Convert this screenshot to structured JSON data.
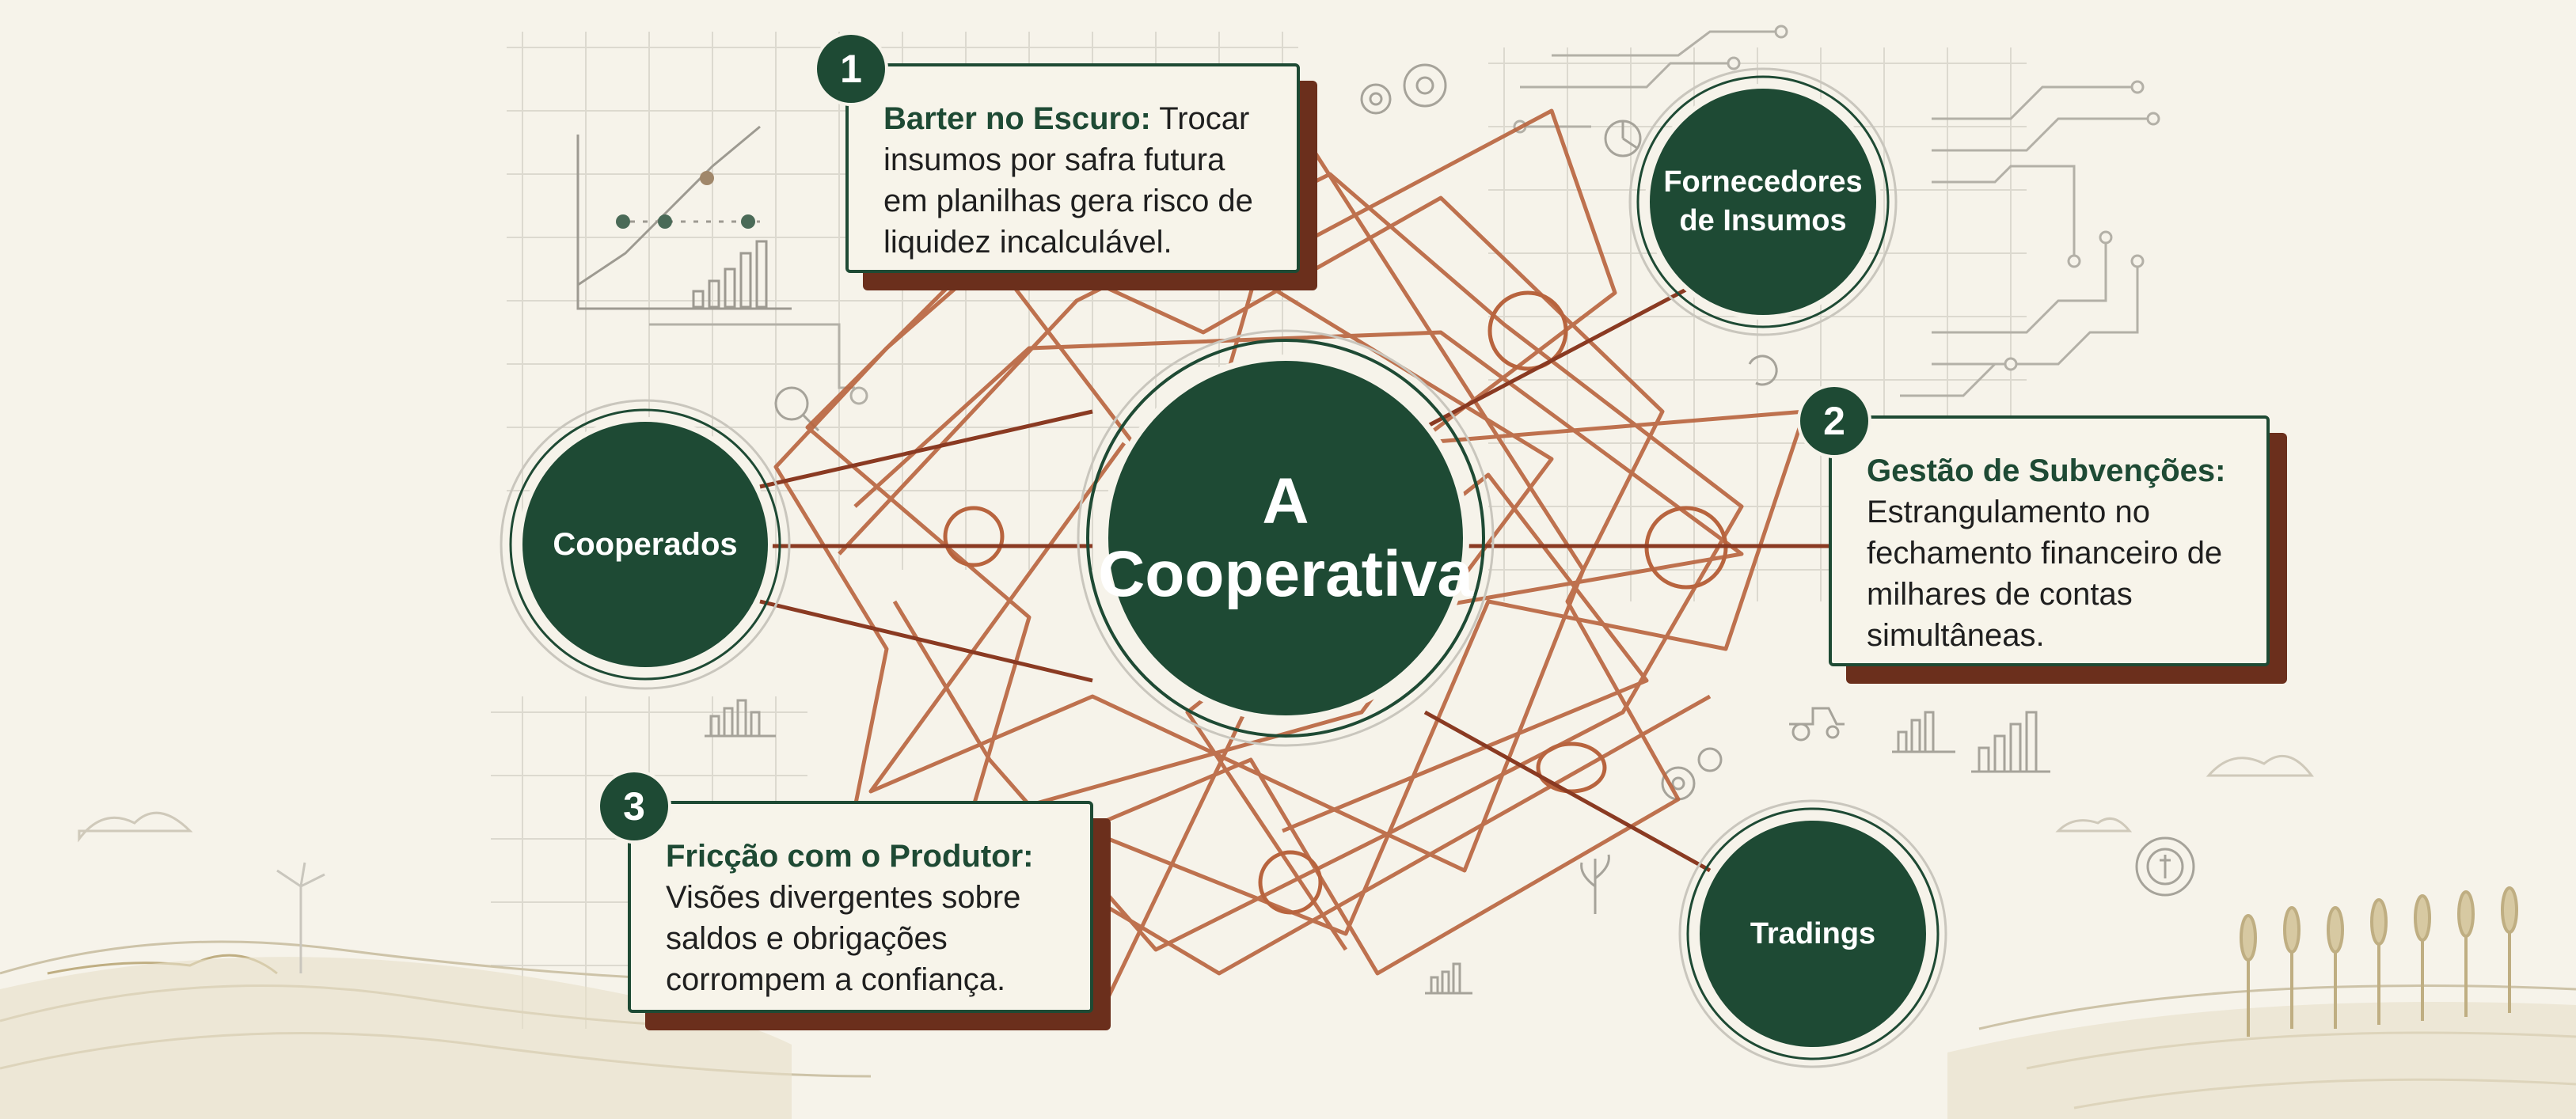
{
  "colors": {
    "background": "#f6f3ea",
    "node_green": "#1e4a34",
    "tangle_copper": "#b8643e",
    "shadow_brown": "#6b2f1c",
    "sketch_gray": "#c9c6bd"
  },
  "center_node": {
    "label": "A Cooperativa"
  },
  "nodes": {
    "cooperados": "Cooperados",
    "fornecedores": "Fornecedores de Insumos",
    "tradings": "Tradings"
  },
  "callouts": [
    {
      "number": "1",
      "title": "Barter no Escuro:",
      "text": "Trocar insumos por safra futura em planilhas gera risco de liquidez incalculável."
    },
    {
      "number": "2",
      "title": "Gestão de Subvenções:",
      "text": "Estrangulamento no fechamento financeiro de milhares de contas simultâneas."
    },
    {
      "number": "3",
      "title": "Fricção com o Produtor:",
      "text": "Visões divergentes sobre saldos e obrigações corrompem a confiança."
    }
  ],
  "decor_icons": [
    "line-chart-icon",
    "bar-chart-icon",
    "gear-icon",
    "pie-chart-icon",
    "circuit-lines-icon",
    "magnifier-icon",
    "money-gear-icon",
    "wheat-icon",
    "plant-icon",
    "farm-fields-icon",
    "tractor-icon"
  ]
}
